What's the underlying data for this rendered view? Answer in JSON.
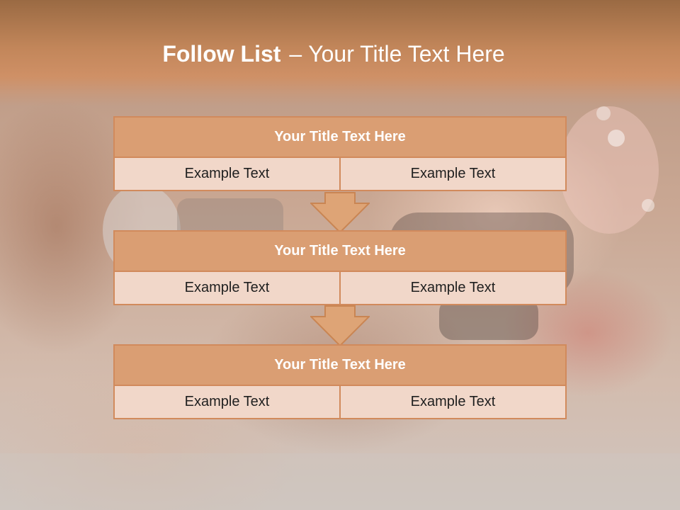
{
  "slide": {
    "title_bold": "Follow List",
    "title_dash": "–",
    "title_rest": "Your Title Text Here"
  },
  "blocks": [
    {
      "title": "Your Title Text Here",
      "left": "Example Text",
      "right": "Example Text"
    },
    {
      "title": "Your Title Text Here",
      "left": "Example Text",
      "right": "Example Text"
    },
    {
      "title": "Your Title Text Here",
      "left": "Example Text",
      "right": "Example Text"
    }
  ],
  "colors": {
    "header": "#c2865a",
    "box_border": "#d18a5c",
    "box_title": "#dba076",
    "box_cell": "#f3ddd2",
    "arrow_fill": "#dea476"
  }
}
